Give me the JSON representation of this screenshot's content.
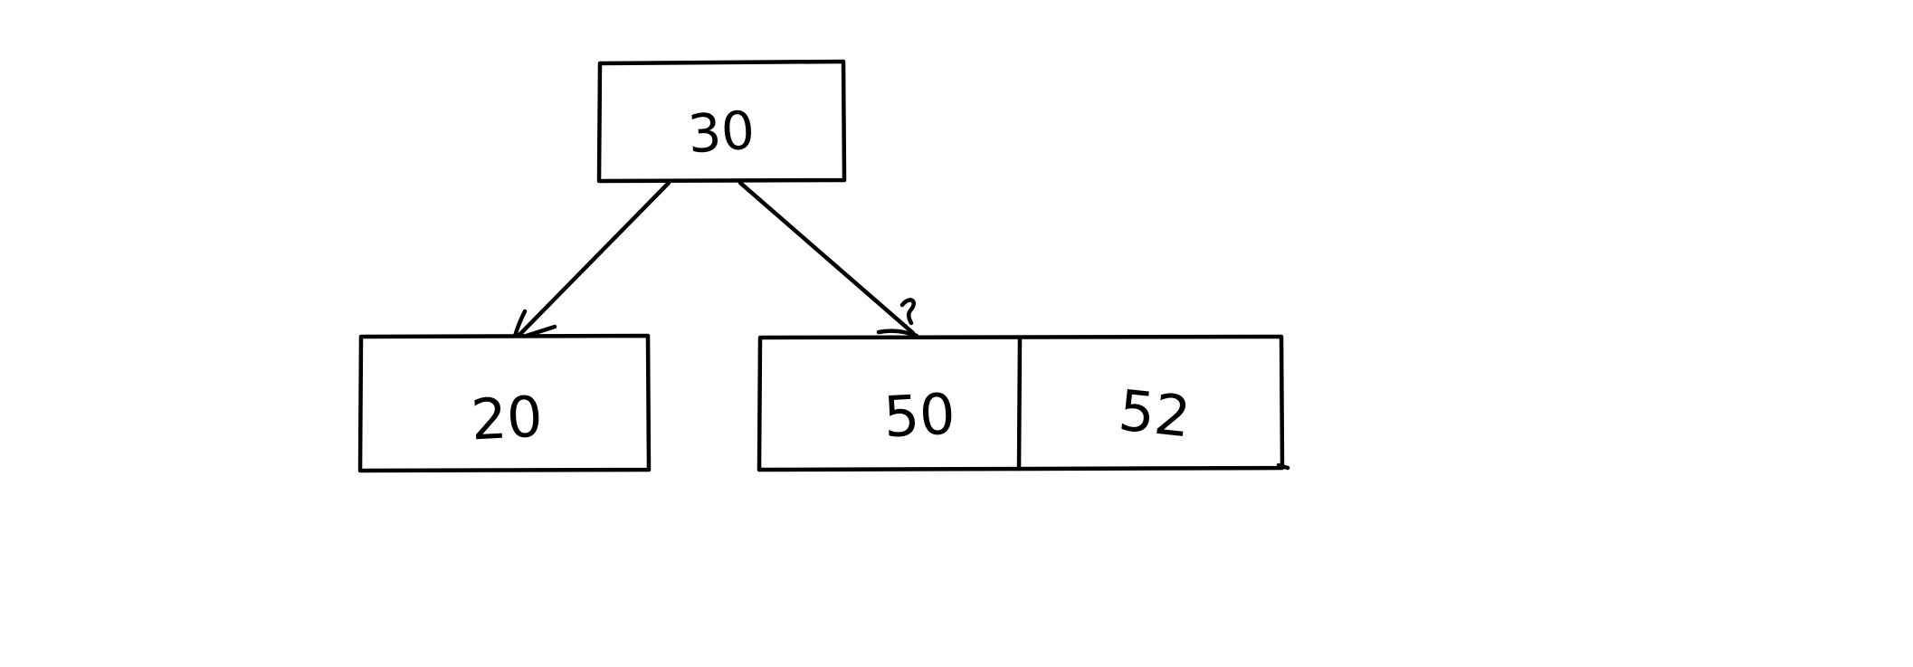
{
  "colors": {
    "stroke": "#000000",
    "background": "#ffffff"
  },
  "diagram": {
    "nodes": {
      "root": {
        "label": "30"
      },
      "left": {
        "label": "20"
      },
      "right": {
        "cells": [
          "50",
          "52"
        ]
      }
    },
    "edges": [
      {
        "from": "root",
        "to": "left"
      },
      {
        "from": "root",
        "to": "right"
      }
    ]
  }
}
